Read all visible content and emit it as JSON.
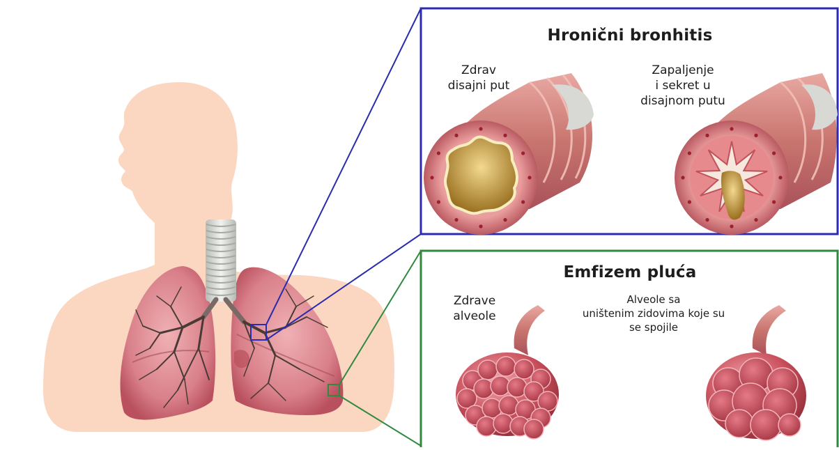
{
  "panels": {
    "bronchitis": {
      "title": "Hronični bronhitis",
      "healthy_label": "Zdrav\ndisajni put",
      "diseased_label": "Zapaljenje\ni sekret u\ndisajnom putu"
    },
    "emphysema": {
      "title": "Emfizem pluća",
      "healthy_label": "Zdrave\nalveole",
      "diseased_label": "Alveole sa\nuništenim zidovima koje su\nse spojile"
    }
  },
  "colors": {
    "skin": "#fbd7c2",
    "lung": "#cf6f78",
    "lung_light": "#eaa0a6",
    "trachea": "#d9dcd7",
    "bronchitis_frame": "#2b2bb0",
    "emphysema_frame": "#2f8a3f",
    "airway_wall": "#d98a8a",
    "mucus": "#c9a04b",
    "alveoli": "#c9505c"
  }
}
